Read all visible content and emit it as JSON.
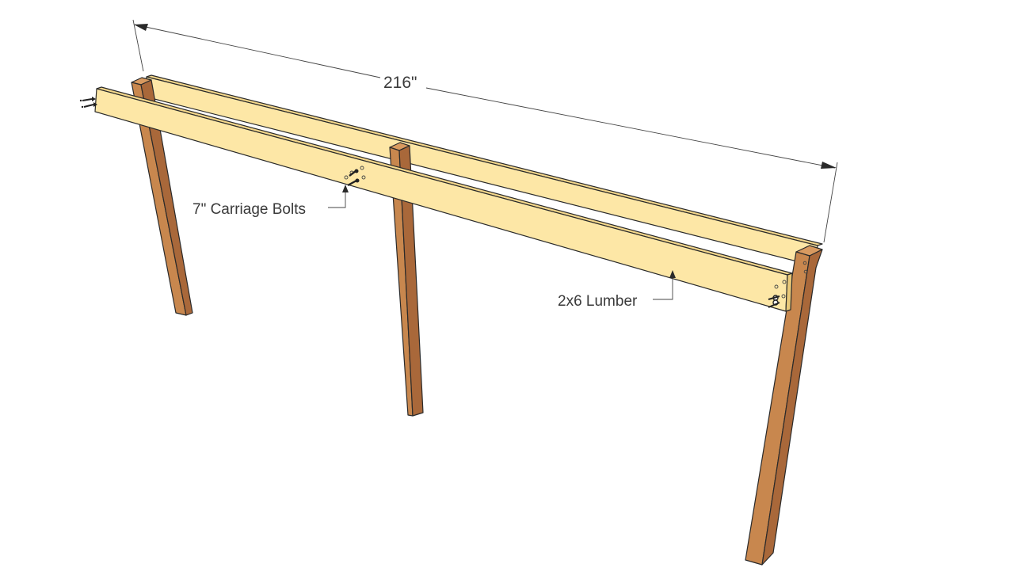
{
  "diagram": {
    "dimension_label": "216\"",
    "callouts": {
      "bolts": "7\" Carriage Bolts",
      "lumber": "2x6 Lumber"
    }
  },
  "colors": {
    "post": "#c8874e",
    "post_shadow": "#a9683a",
    "beam": "#fde7a6",
    "beam_top": "#f3d68a",
    "line": "#2a2a2a"
  }
}
